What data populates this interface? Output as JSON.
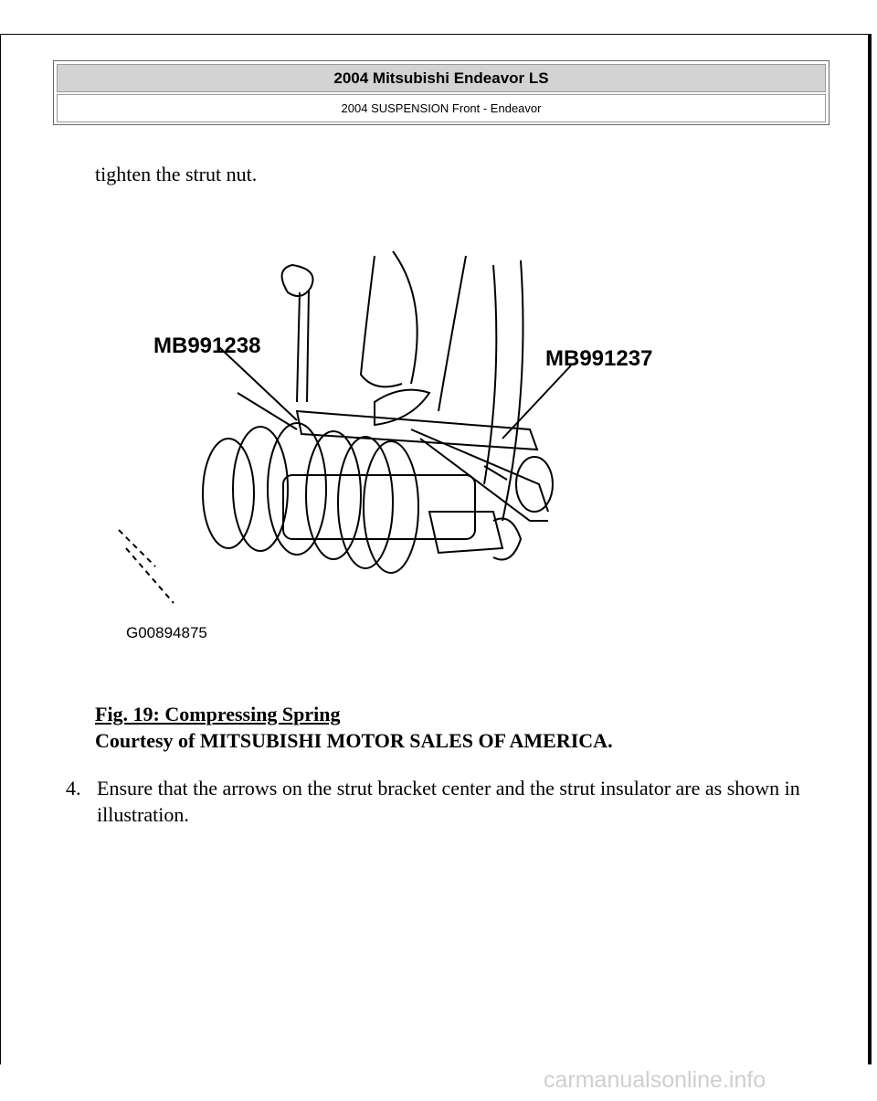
{
  "header": {
    "title": "2004 Mitsubishi Endeavor LS",
    "subtitle": "2004 SUSPENSION Front - Endeavor"
  },
  "intro_text": "tighten the strut nut.",
  "figure": {
    "callouts": [
      "MB991238",
      "MB991237"
    ],
    "code": "G00894875",
    "caption_title": "Fig. 19: Compressing Spring",
    "caption_credit": "Courtesy of MITSUBISHI MOTOR SALES OF AMERICA."
  },
  "step": {
    "number": "4.",
    "text": "Ensure that the arrows on the strut bracket center and the strut insulator are as shown in illustration."
  },
  "watermark": "carmanualsonline.info"
}
